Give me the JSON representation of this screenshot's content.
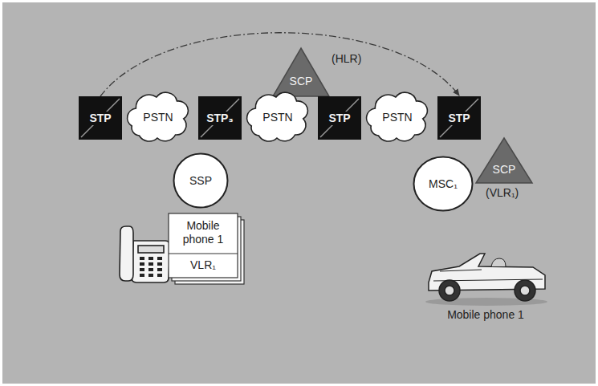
{
  "diagram": {
    "nodes": [
      {
        "text": [
          "SCP",
          "(HLR)"
        ]
      },
      {
        "text": [
          "STP"
        ]
      },
      {
        "text": [
          "PSTN"
        ]
      },
      {
        "text": [
          "STP₃"
        ]
      },
      {
        "text": [
          "PSTN"
        ]
      },
      {
        "text": [
          "STP"
        ]
      },
      {
        "text": [
          "PSTN"
        ]
      },
      {
        "text": [
          "STP"
        ]
      },
      {
        "text": [
          "SSP"
        ]
      },
      {
        "text": [
          "Mobile phone 1",
          "VLR₁"
        ]
      },
      {
        "text": [
          "SCP",
          "(VLR₁)"
        ]
      },
      {
        "text": [
          "MSC₁"
        ]
      }
    ],
    "edges": [
      {
        "from": 1,
        "to": 7,
        "arrow": "to"
      }
    ],
    "labels": [
      "Mobile phone 1"
    ]
  }
}
